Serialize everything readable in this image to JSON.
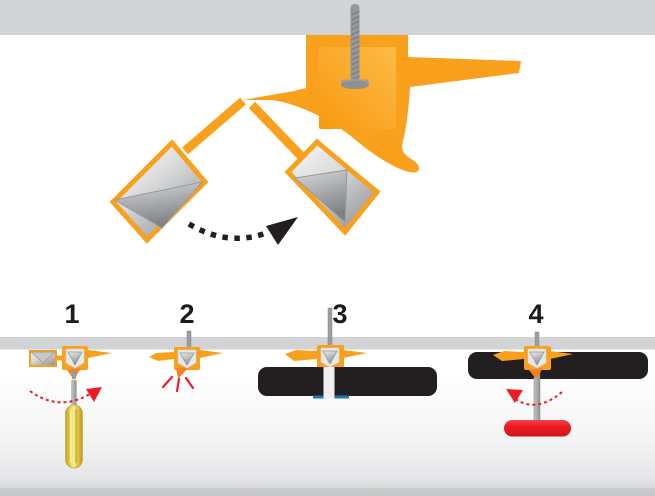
{
  "diagram": {
    "type": "installation-instructions",
    "subject": "toggle-bolt-drywall-anchor",
    "hero": {
      "icons": [
        "ceiling-panel",
        "machine-screw",
        "anchor-body",
        "toggle-wing-left",
        "toggle-wing-right",
        "dotted-rotation-arrow"
      ]
    },
    "steps": [
      {
        "number": "1",
        "icons": [
          "wall-panel",
          "anchor",
          "folded-wing",
          "screwdriver",
          "clockwise-rotation-arrow"
        ]
      },
      {
        "number": "2",
        "icons": [
          "wall-panel",
          "anchor",
          "screw-stem",
          "snap-off-lines"
        ]
      },
      {
        "number": "3",
        "icons": [
          "wall-panel",
          "anchor",
          "screw-stem",
          "mounted-black-bar",
          "slot-gap"
        ]
      },
      {
        "number": "4",
        "icons": [
          "wall-panel",
          "anchor",
          "mounted-black-bar",
          "screw-shaft",
          "red-toggle-handle",
          "counterclockwise-rotation-arrow"
        ]
      }
    ],
    "colors": {
      "orange": "#F9A11D",
      "orange_shade": "#F58220",
      "panel_gray": "#D1D3D4",
      "screw_gray": "#97999C",
      "black": "#231F20",
      "red": "#ED1C24",
      "blue_accent": "#1B75BC",
      "handle_yellow": "#E8D54D"
    }
  }
}
